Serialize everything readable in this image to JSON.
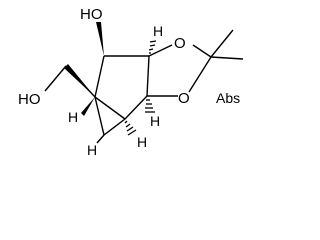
{
  "molecule": {
    "labels": {
      "ho_top": "HO",
      "ho_left": "HO",
      "o_upper_ring": "O",
      "o_lower_ring": "O",
      "abs_flag": "Abs",
      "h_top_ring": "H",
      "h_bottom_ring": "H",
      "h_cyclopropane_left": "H",
      "h_cyclopropane_right": "H",
      "h_bottom_left": "H"
    }
  }
}
